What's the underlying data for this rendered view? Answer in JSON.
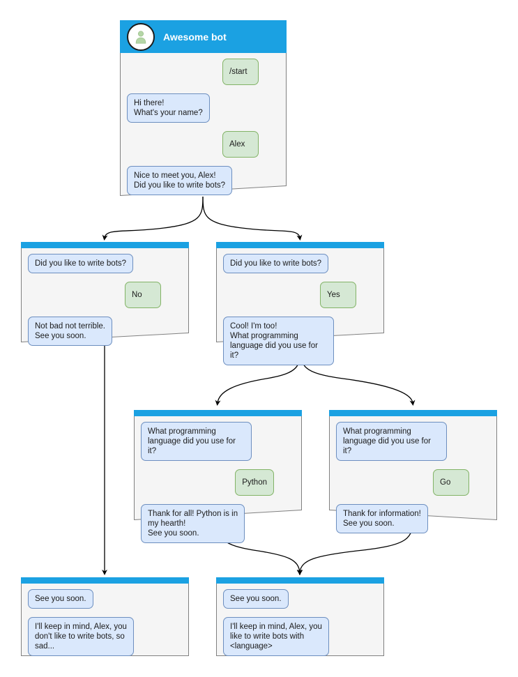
{
  "diagram": {
    "type": "bot-conversation-flowchart",
    "colors": {
      "node_header": "#1ba1e2",
      "node_body": "#f5f5f5",
      "node_border": "#808080",
      "bot_bubble_fill": "#dae8fc",
      "bot_bubble_border": "#6c8ebf",
      "user_bubble_fill": "#d5e8d4",
      "user_bubble_border": "#82b366",
      "avatar_figure": "#b5d6a7",
      "edge": "#000000",
      "canvas": "#ffffff"
    }
  },
  "nodes": [
    {
      "id": "start",
      "title": "Awesome bot",
      "avatar_icon": "person-avatar-icon",
      "messages": [
        {
          "side": "user",
          "text": "/start"
        },
        {
          "side": "bot",
          "text": "Hi there!\nWhat's your name?"
        },
        {
          "side": "user",
          "text": "Alex"
        },
        {
          "side": "bot",
          "text": "Nice to meet you, Alex!\nDid you like to write bots?"
        }
      ]
    },
    {
      "id": "no-branch",
      "title": "",
      "messages": [
        {
          "side": "bot",
          "text": "Did you like to write bots?"
        },
        {
          "side": "user",
          "text": "No"
        },
        {
          "side": "bot",
          "text": "Not bad not terrible.\nSee you soon."
        }
      ]
    },
    {
      "id": "yes-branch",
      "title": "",
      "messages": [
        {
          "side": "bot",
          "text": "Did you like to write bots?"
        },
        {
          "side": "user",
          "text": "Yes"
        },
        {
          "side": "bot",
          "text": "Cool! I'm too!\nWhat programming\nlanguage did you use for it?"
        }
      ]
    },
    {
      "id": "python-branch",
      "title": "",
      "messages": [
        {
          "side": "bot",
          "text": "What programming\nlanguage did you use for it?"
        },
        {
          "side": "user",
          "text": "Python"
        },
        {
          "side": "bot",
          "text": "Thank for all! Python is in\nmy hearth!\nSee you soon."
        }
      ]
    },
    {
      "id": "go-branch",
      "title": "",
      "messages": [
        {
          "side": "bot",
          "text": "What programming\nlanguage did you use for it?"
        },
        {
          "side": "user",
          "text": "Go"
        },
        {
          "side": "bot",
          "text": "Thank for information!\nSee you soon."
        }
      ]
    },
    {
      "id": "end-sad",
      "title": "",
      "messages": [
        {
          "side": "bot",
          "text": "See you soon."
        },
        {
          "side": "bot",
          "text": "I'll keep in mind, Alex, you\ndon't like to write bots, so\nsad..."
        }
      ]
    },
    {
      "id": "end-happy",
      "title": "",
      "messages": [
        {
          "side": "bot",
          "text": "See you soon."
        },
        {
          "side": "bot",
          "text": "I'll keep in mind, Alex, you\nlike to write bots with\n<language>"
        }
      ]
    }
  ],
  "edges": [
    {
      "from": "start",
      "to": "no-branch",
      "style": "curved"
    },
    {
      "from": "start",
      "to": "yes-branch",
      "style": "curved"
    },
    {
      "from": "no-branch",
      "to": "end-sad",
      "style": "straight"
    },
    {
      "from": "yes-branch",
      "to": "python-branch",
      "style": "curved"
    },
    {
      "from": "yes-branch",
      "to": "go-branch",
      "style": "curved"
    },
    {
      "from": "python-branch",
      "to": "end-happy",
      "style": "curved"
    },
    {
      "from": "go-branch",
      "to": "end-happy",
      "style": "curved"
    }
  ]
}
